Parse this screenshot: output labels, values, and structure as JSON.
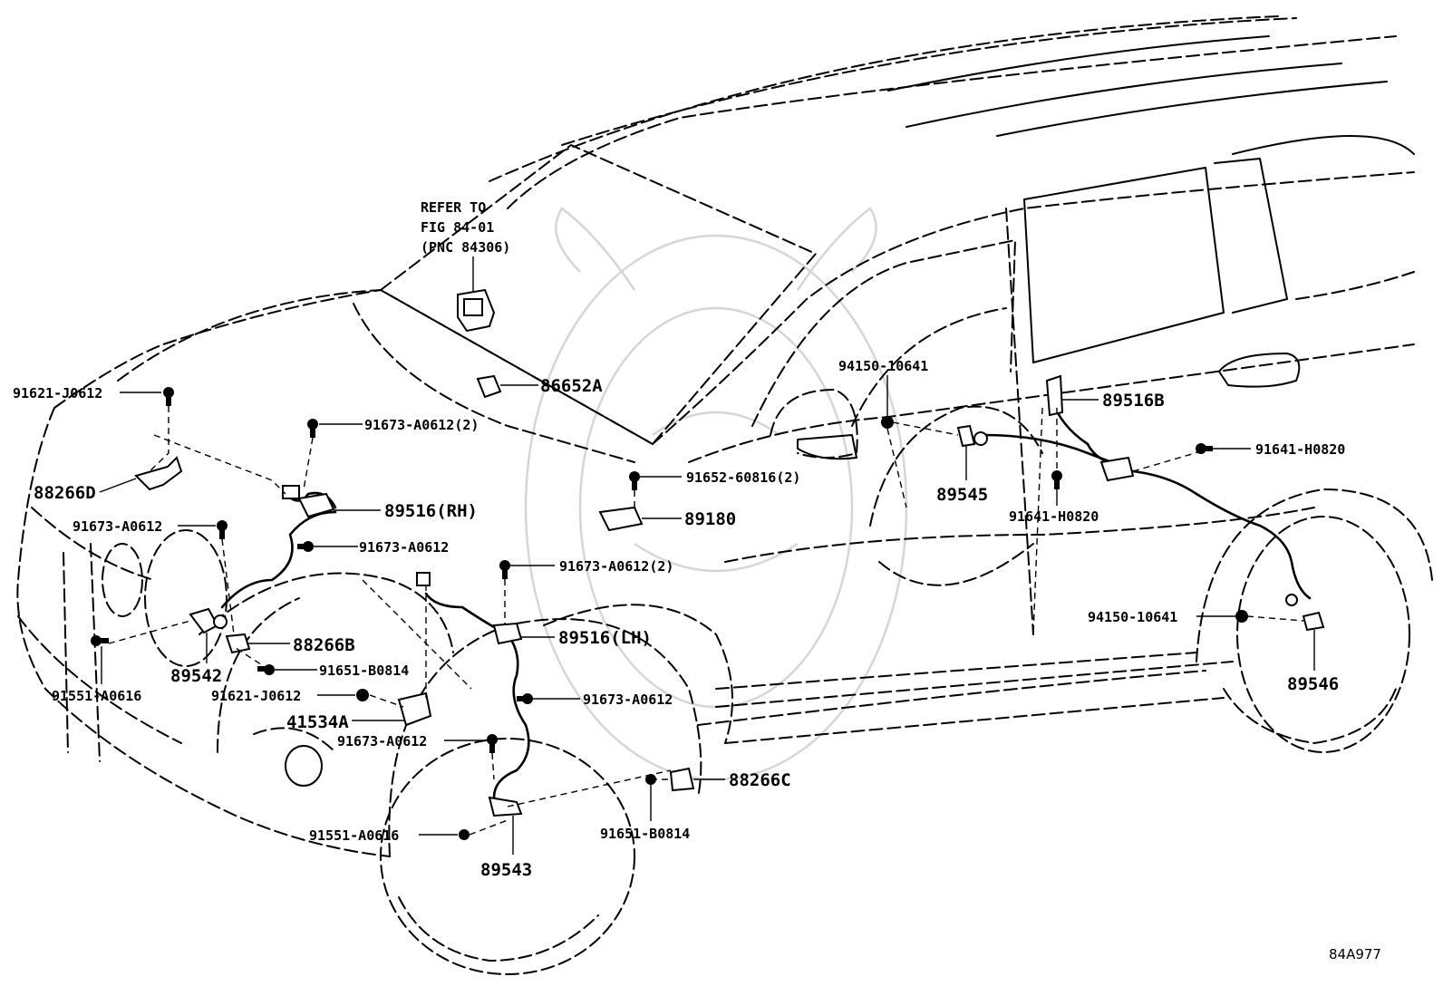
{
  "refer_note": [
    "REFER TO",
    "FIG 84-01",
    "(PNC 84306)"
  ],
  "figure_code": "84A977",
  "labels": {
    "p86652A": "86652A",
    "p91621J0612_top": "91621-J0612",
    "p91673A0612_2_top": "91673-A0612(2)",
    "p88266D": "88266D",
    "p89516RH": "89516(RH)",
    "p91673A0612_left": "91673-A0612",
    "p91673A0612_mid": "91673-A0612",
    "p89542": "89542",
    "p88266B": "88266B",
    "p91551A0616_left": "91551-A0616",
    "p91651B0814_left": "91651-B0814",
    "p91621J0612_low": "91621-J0612",
    "p41534A": "41534A",
    "p91652_60816": "91652-60816(2)",
    "p89180": "89180",
    "p91673A0612_2_mid": "91673-A0612(2)",
    "p89516LH": "89516(LH)",
    "p91673A0612_lh": "91673-A0612",
    "p91673A0612_low": "91673-A0612",
    "p88266C": "88266C",
    "p91651B0814_right": "91651-B0814",
    "p91551A0616_low": "91551-A0616",
    "p89543": "89543",
    "p94150_top": "94150-10641",
    "p89545": "89545",
    "p89516B": "89516B",
    "p91641H0820_right": "91641-H0820",
    "p91641H0820_low": "91641-H0820",
    "p94150_low": "94150-10641",
    "p89546": "89546"
  }
}
